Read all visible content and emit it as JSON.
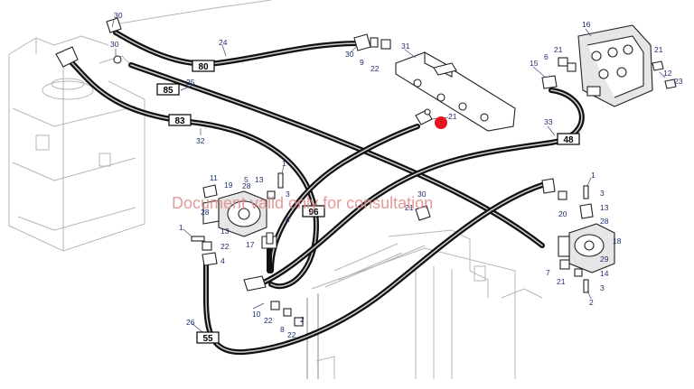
{
  "watermark": "Document valid only for consultation",
  "hose_tags": [
    "80",
    "85",
    "83",
    "96",
    "48",
    "55"
  ],
  "callouts": [
    "30",
    "30",
    "24",
    "31",
    "30",
    "9",
    "22",
    "25",
    "21",
    "32",
    "33",
    "16",
    "6",
    "21",
    "15",
    "21",
    "12",
    "23",
    "11",
    "19",
    "28",
    "5",
    "13",
    "1",
    "3",
    "4",
    "1",
    "28",
    "13",
    "22",
    "4",
    "17",
    "30",
    "21",
    "1",
    "3",
    "13",
    "20",
    "28",
    "18",
    "29",
    "14",
    "7",
    "21",
    "3",
    "2",
    "10",
    "22",
    "8",
    "2",
    "22",
    "26"
  ],
  "colors": {
    "hose": "#111111",
    "callout": "#1e2e6e",
    "outline": "#b5b5b5",
    "watermark": "#e08a8a",
    "marker": "#e8141e"
  }
}
